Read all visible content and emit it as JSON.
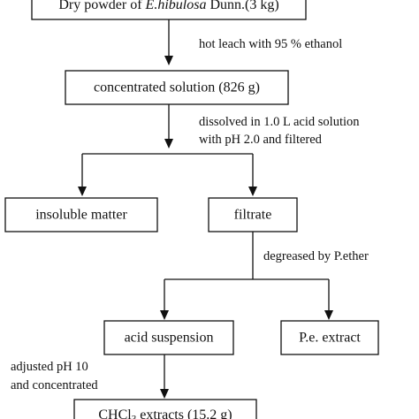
{
  "boxes": {
    "dry_powder": {
      "prefix": "Dry powder of ",
      "species": "E.hibulosa",
      "suffix": " Dunn.(3 kg)"
    },
    "concentrated_solution": "concentrated solution (826 g)",
    "insoluble_matter": "insoluble matter",
    "filtrate": "filtrate",
    "acid_suspension": "acid suspension",
    "pe_extract": "P.e. extract",
    "chcl3_extracts": {
      "prefix": "CHCl",
      "subscript": "3",
      "suffix": " extracts (15.2 g)"
    }
  },
  "steps": {
    "hot_leach": "hot leach with 95 % ethanol",
    "dissolved_line1": "dissolved in 1.0 L acid solution",
    "dissolved_line2": "with pH  2.0 and filtered",
    "degreased": "degreased by P.ether",
    "adjusted_line1": "adjusted pH 10",
    "adjusted_line2": "and concentrated"
  }
}
